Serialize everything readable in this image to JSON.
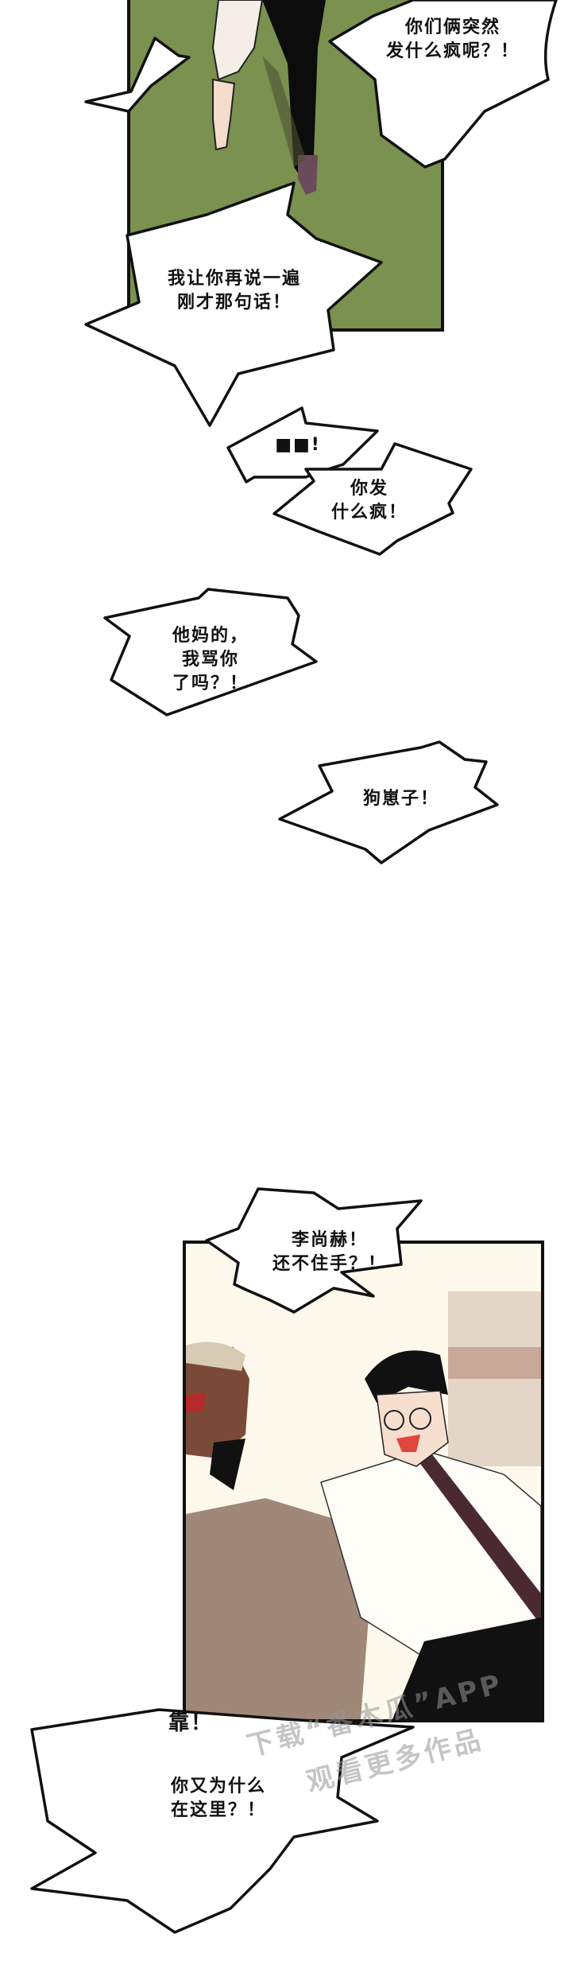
{
  "panels": [
    {
      "id": "panel-1",
      "background": "#7a9150"
    },
    {
      "id": "panel-2",
      "background": "#fdf8ec"
    }
  ],
  "bubbles": {
    "b1": "你们俩突然\n发什么疯呢？！",
    "b2": "",
    "b3": "我让你再说一遍\n刚才那句话！",
    "b4": "■■!",
    "b5": "你发\n什么疯！",
    "b6": "他妈的，\n我骂你\n了吗？！",
    "b7": "狗崽子！",
    "b8": "李尚赫！\n还不住手？！",
    "b9_sfx": "靠！",
    "b9": "你又为什么\n在这里？！"
  },
  "watermark": {
    "line1": "下载“番木瓜”APP",
    "line2": "观看更多作品"
  }
}
